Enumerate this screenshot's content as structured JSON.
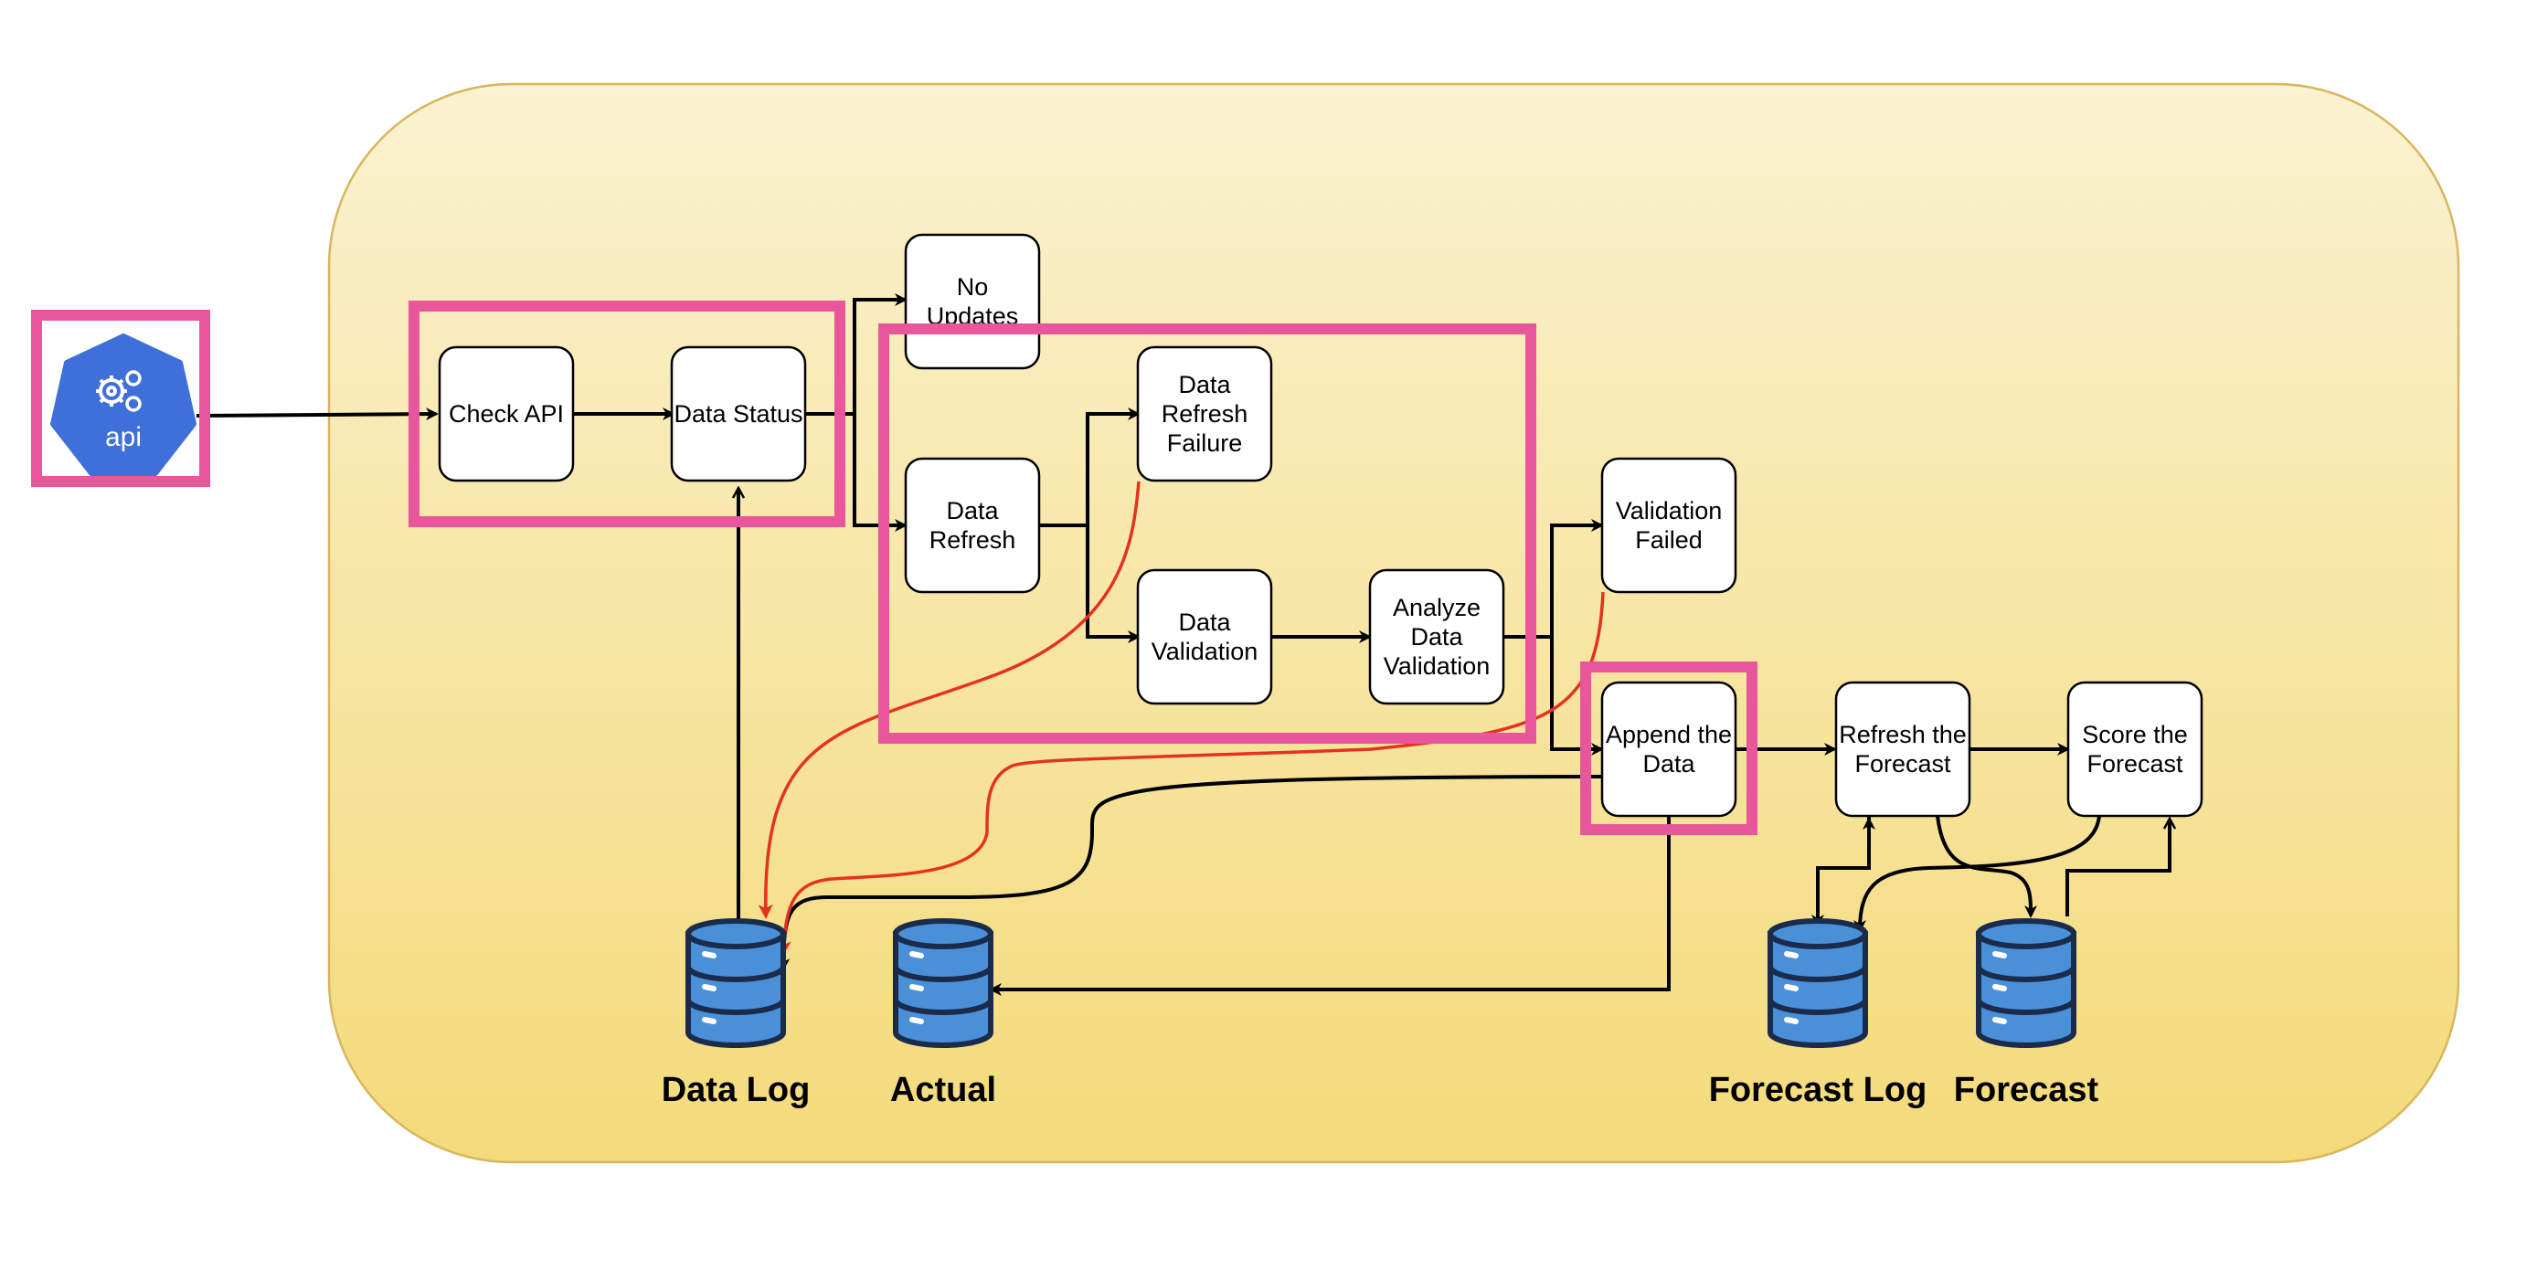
{
  "api": {
    "label": "api"
  },
  "nodes": {
    "check_api": [
      "Check API"
    ],
    "data_status": [
      "Data Status"
    ],
    "no_updates": [
      "No",
      "Updates"
    ],
    "data_refresh": [
      "Data",
      "Refresh"
    ],
    "data_refresh_failure": [
      "Data",
      "Refresh",
      "Failure"
    ],
    "data_validation": [
      "Data",
      "Validation"
    ],
    "analyze_data_validation": [
      "Analyze",
      "Data",
      "Validation"
    ],
    "validation_failed": [
      "Validation",
      "Failed"
    ],
    "append_the_data": [
      "Append the",
      "Data"
    ],
    "refresh_the_forecast": [
      "Refresh the",
      "Forecast"
    ],
    "score_the_forecast": [
      "Score the",
      "Forecast"
    ]
  },
  "databases": {
    "data_log": "Data Log",
    "actual": "Actual",
    "forecast_log": "Forecast Log",
    "forecast": "Forecast"
  },
  "colors": {
    "container_top": "#FAF2D0",
    "container_bottom": "#F4DA7A",
    "container_border": "#D7B65E",
    "highlight": "#E8579B",
    "failure_arrow": "#E3331E",
    "flow_arrow": "#000000",
    "db_fill": "#4A90D9",
    "db_stroke": "#1B2B4B",
    "api_fill": "#3F6FD8"
  }
}
